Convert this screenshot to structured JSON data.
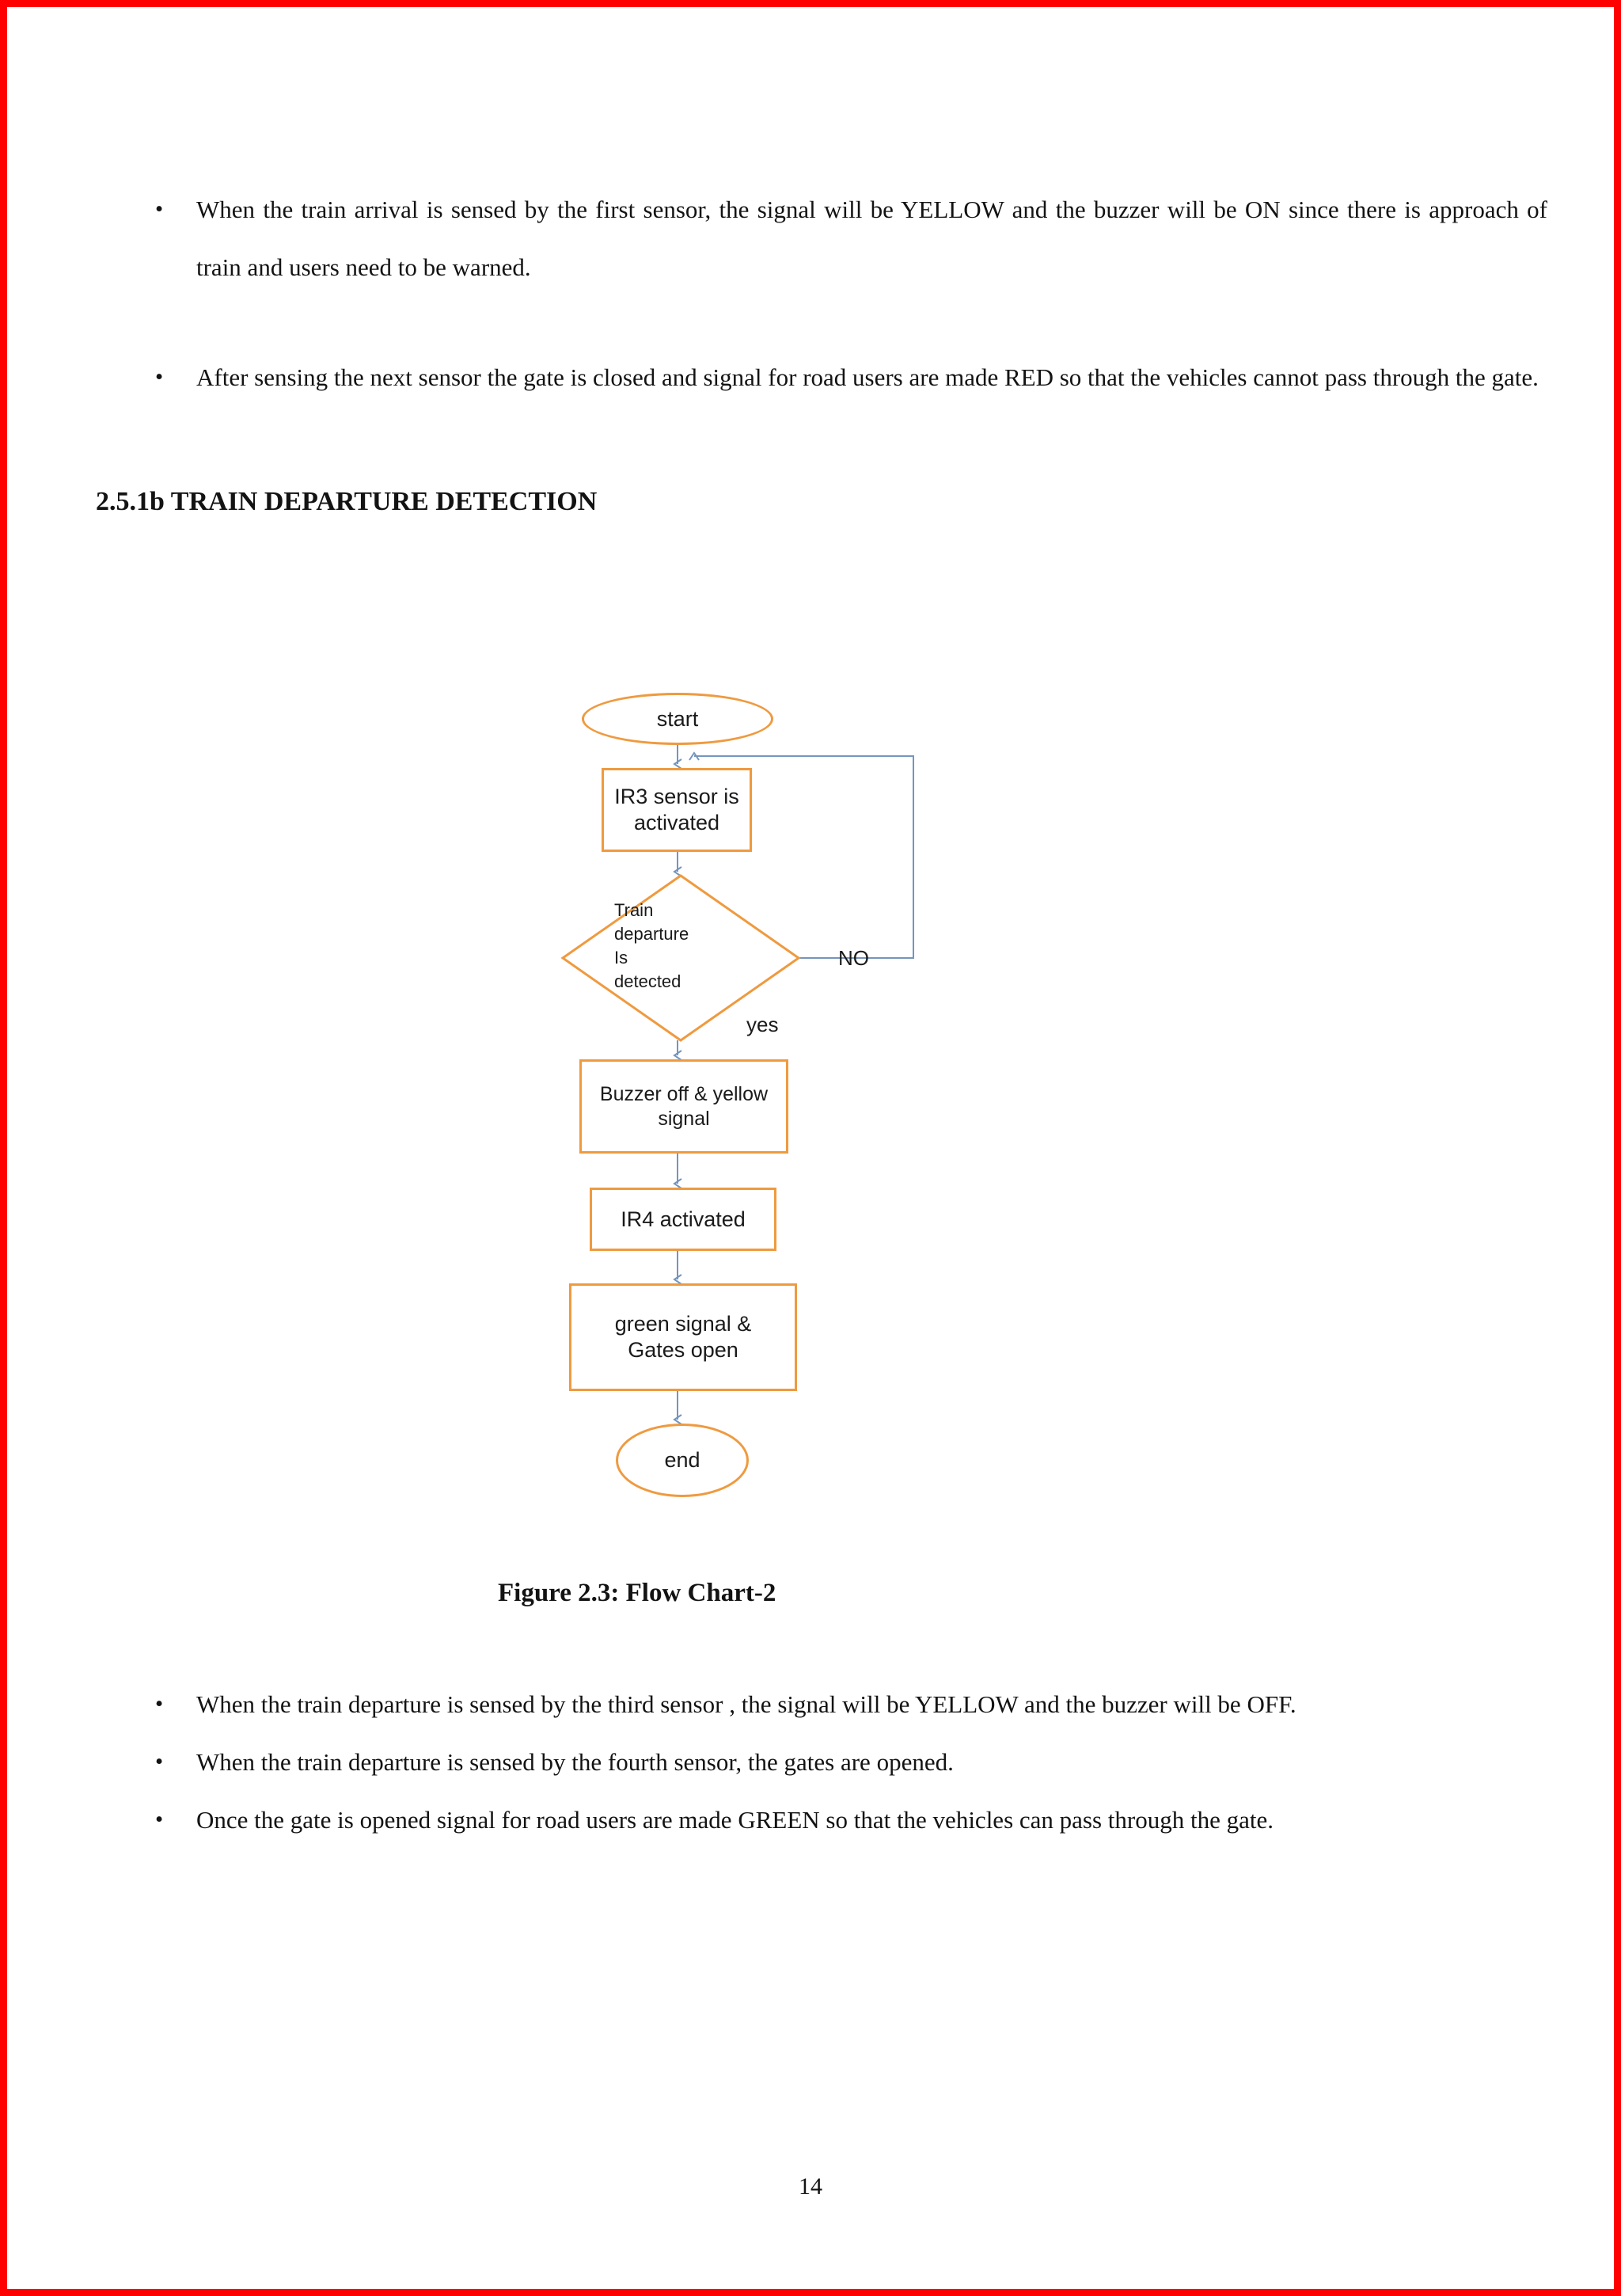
{
  "colors": {
    "page_border": "#ff0000",
    "flowchart_shape_border": "#ef9a3f",
    "flowchart_arrow": "#7495bd"
  },
  "top_bullets": [
    {
      "marker": "•",
      "text": "When the train arrival  is sensed by the first  sensor, the signal  will  be YELLOW  and the buzzer  will  be ON since  there  is  approach of train  and users  need  to  be warned."
    },
    {
      "marker": "•",
      "text": "After sensing  the next sensor  the gate  is closed and signal  for road  users are  made RED so  that the vehicles  cannot  pass  through  the gate."
    }
  ],
  "heading": "2.5.1b TRAIN  DEPARTURE  DETECTION",
  "flowchart": {
    "start_label": "start",
    "ir3_label": "IR3 sensor is activated",
    "decision_label": "Train\ndeparture\nIs\ndetected",
    "no_label": "NO",
    "yes_label": "yes",
    "buzzer_label": "Buzzer  off & yellow signal",
    "ir4_label": "IR4 activated",
    "green_label": "green signal & Gates open",
    "end_label": "end"
  },
  "caption": "Figure  2.3:   Flow  Chart-2",
  "bottom_bullets": [
    {
      "marker": "•",
      "text": "When the train departure  is sensed by the third  sensor , the signal will be YELLOW and the buzzer will  be OFF."
    },
    {
      "marker": "•",
      "text": "When the train departure  is sensed by the fourth  sensor, the gates are opened."
    },
    {
      "marker": "•",
      "text": "Once the gate  is opened signal for road users are  made GREEN so that the  vehicles can pass through the gate."
    }
  ],
  "page_number": "14"
}
